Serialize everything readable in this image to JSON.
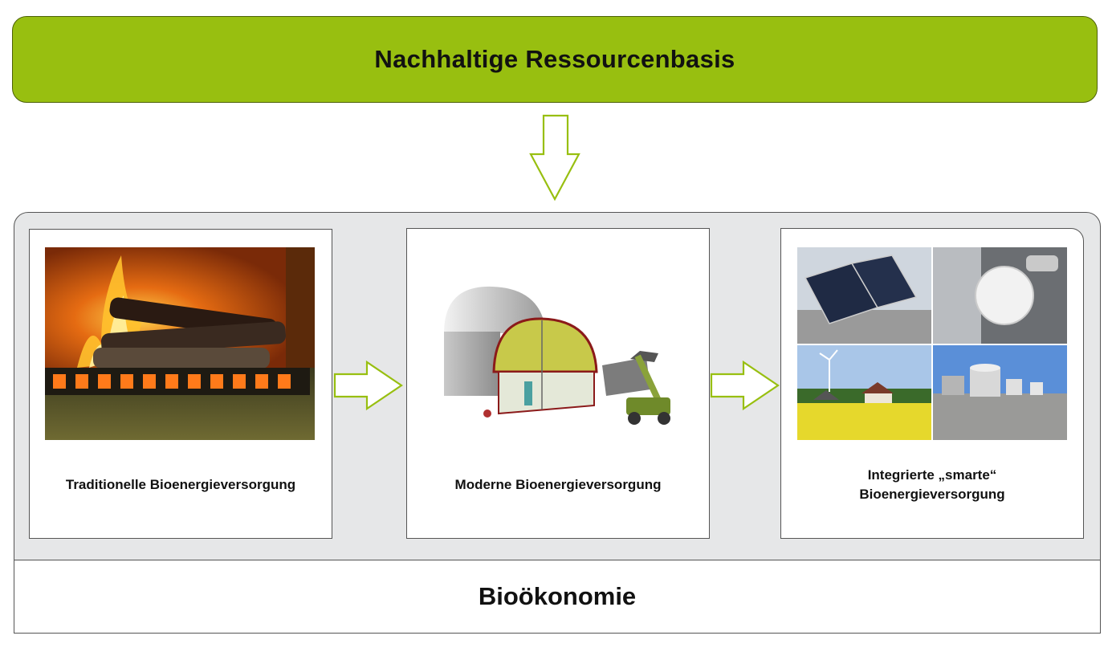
{
  "header": {
    "title": "Nachhaltige Ressourcenbasis"
  },
  "stages": [
    {
      "label": "Traditionelle Bioenergieversorgung",
      "image": "fireplace-photo"
    },
    {
      "label": "Moderne Bioenergieversorgung",
      "image": "biogas-plant-illustration"
    },
    {
      "label": "Integrierte „smarte“\nBioenergieversorgung",
      "image": "smart-energy-photo-collage"
    }
  ],
  "footer": {
    "title": "Bioökonomie"
  },
  "colors": {
    "accent": "#98bf10",
    "panel": "#e6e7e8",
    "arrow_stroke": "#98bf10"
  }
}
